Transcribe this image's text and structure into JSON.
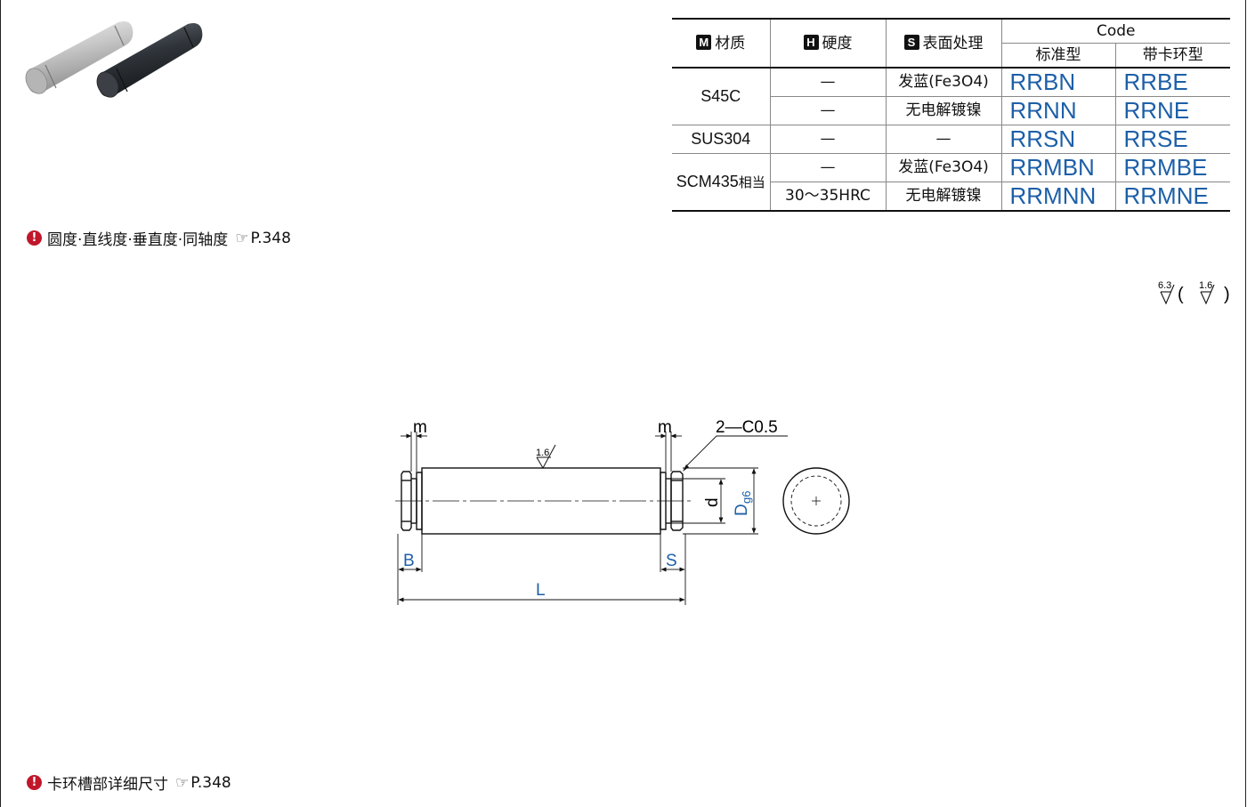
{
  "table": {
    "headers": {
      "material_badge": "M",
      "material": "材质",
      "hardness_badge": "H",
      "hardness": "硬度",
      "surface_badge": "S",
      "surface": "表面处理",
      "code": "Code",
      "standard": "标准型",
      "with_ring": "带卡环型"
    },
    "rows": [
      {
        "material": "S45C",
        "hardness": "—",
        "surface": "发蓝(Fe3O4)",
        "code_std": "RRBN",
        "code_ring": "RRBE"
      },
      {
        "material": "",
        "hardness": "—",
        "surface": "无电解镀镍",
        "code_std": "RRNN",
        "code_ring": "RRNE"
      },
      {
        "material": "SUS304",
        "hardness": "—",
        "surface": "—",
        "code_std": "RRSN",
        "code_ring": "RRSE"
      },
      {
        "material": "SCM435",
        "material_suffix": "相当",
        "hardness": "—",
        "surface": "发蓝(Fe3O4)",
        "code_std": "RRMBN",
        "code_ring": "RRMBE"
      },
      {
        "material": "",
        "hardness": "30～35HRC",
        "surface": "无电解镀镍",
        "code_std": "RRMNN",
        "code_ring": "RRMNE"
      }
    ]
  },
  "notes": {
    "tolerance": "圆度·直线度·垂直度·同轴度",
    "tolerance_ref": "P.348",
    "groove": "卡环槽部详细尺寸",
    "groove_ref": "P.348"
  },
  "roughness": {
    "general": "6.3",
    "bracket": "1.6",
    "shaft_surface": "1.6"
  },
  "drawing": {
    "m_left": "m",
    "m_right": "m",
    "chamfer": "2—C0.5",
    "d": "d",
    "D": "D",
    "D_sub": "g6",
    "B": "B",
    "S": "S",
    "L": "L"
  },
  "colors": {
    "code_blue": "#1d5fa8",
    "warn_red": "#c0172b"
  }
}
